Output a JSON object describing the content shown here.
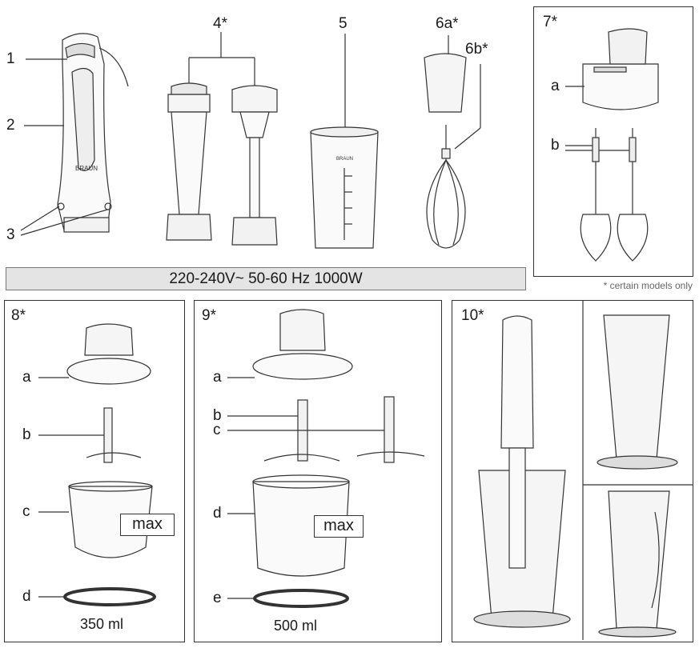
{
  "labels": {
    "n1": "1",
    "n2": "2",
    "n3": "3",
    "n4": "4*",
    "n5": "5",
    "n6a": "6a*",
    "n6b": "6b*",
    "n7": "7*",
    "n7a": "a",
    "n7b": "b",
    "n8": "8*",
    "n8a": "a",
    "n8b": "b",
    "n8c": "c",
    "n8d": "d",
    "n9": "9*",
    "n9a": "a",
    "n9b": "b",
    "n9c": "c",
    "n9d": "d",
    "n9e": "e",
    "n10": "10*"
  },
  "spec_bar": "220-240V~  50-60 Hz  1000W",
  "footnote": "* certain models only",
  "chopper_small": {
    "max": "max",
    "capacity": "350 ml"
  },
  "chopper_large": {
    "max": "max",
    "capacity": "500 ml"
  },
  "brand": "BRAUN",
  "beaker_brand": "BRAUN",
  "colors": {
    "line": "#333333",
    "panel": "#e4e4e4",
    "accent": "#999999"
  }
}
